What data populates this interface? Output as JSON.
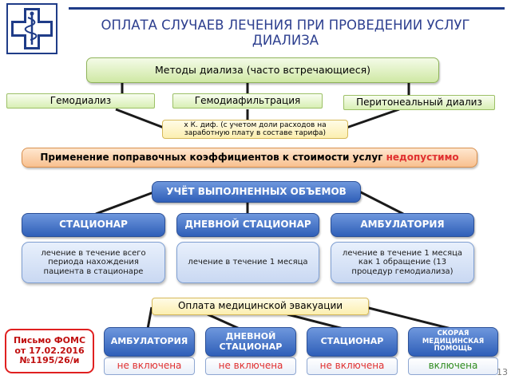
{
  "header": {
    "title": "ОПЛАТА СЛУЧАЕВ ЛЕЧЕНИЯ ПРИ ПРОВЕДЕНИИ УСЛУГ ДИАЛИЗА",
    "logo_icon": "medical-cross-icon"
  },
  "methods": {
    "title": "Методы диализа (часто встречающиеся)",
    "items": [
      "Гемодиализ",
      "Гемодиафильтрация",
      "Перитонеальный диализ"
    ],
    "coef_note": "х К. диф. (с учетом доли расходов на заработную плату в составе тарифа)"
  },
  "warning": {
    "text": "Применение поправочных коэффициентов к стоимости услуг",
    "highlight": "недопустимо"
  },
  "accounting": {
    "title": "УЧЁТ ВЫПОЛНЕННЫХ ОБЪЕМОВ",
    "columns": [
      {
        "title": "СТАЦИОНАР",
        "desc": "лечение в течение всего периода нахождения пациента в стационаре"
      },
      {
        "title": "ДНЕВНОЙ СТАЦИОНАР",
        "desc": "лечение в течение 1 месяца"
      },
      {
        "title": "АМБУЛАТОРИЯ",
        "desc": "лечение в течение 1 месяца как 1 обращение (13 процедур гемодиализа)"
      }
    ]
  },
  "evacuation": {
    "title": "Оплата медицинской эвакуации",
    "letter": "Письмо ФОМС от 17.02.2016 №1195/26/и",
    "items": [
      {
        "title": "АМБУЛАТОРИЯ",
        "status": "не включена"
      },
      {
        "title": "ДНЕВНОЙ СТАЦИОНАР",
        "status": "не включена"
      },
      {
        "title": "СТАЦИОНАР",
        "status": "не включена"
      },
      {
        "title": "СКОРАЯ МЕДИЦИНСКАЯ ПОМОЩЬ",
        "status": "включена"
      }
    ]
  },
  "page_number": "13",
  "colors": {
    "title": "#2d3f8f",
    "header_line": "#1f3c88",
    "blue_box": "#3a67bd",
    "green_box": "#cfe8a4",
    "not_included": "#e03030",
    "included": "#2e8b1e"
  }
}
